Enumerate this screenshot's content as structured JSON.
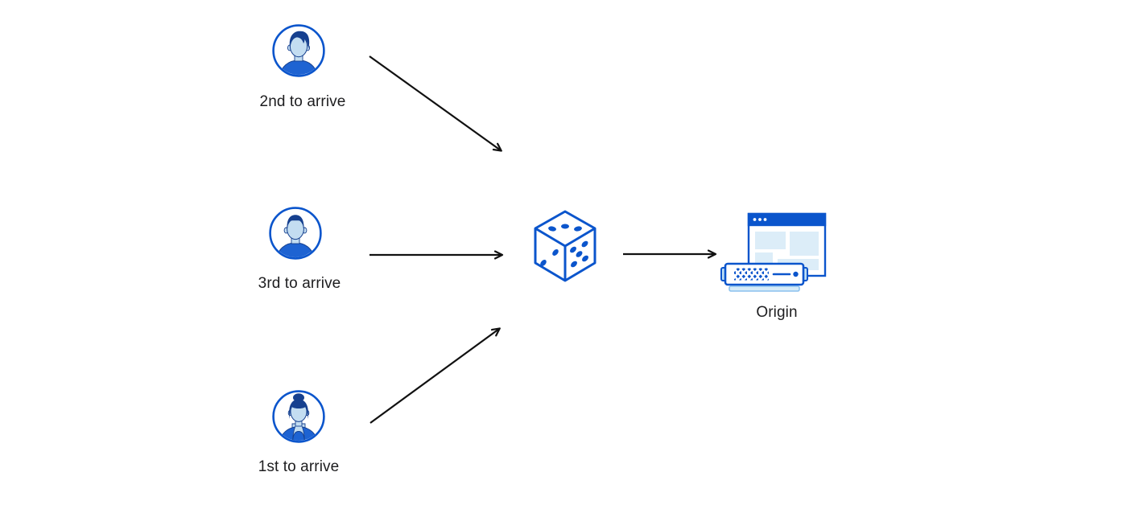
{
  "diagram": {
    "description": "Three visitors arriving in different order are routed through a randomizer (dice) to an origin server",
    "nodes": {
      "user_second": {
        "label": "2nd to arrive",
        "icon": "avatar-man-swept-hair-icon"
      },
      "user_third": {
        "label": "3rd to arrive",
        "icon": "avatar-man-short-hair-icon"
      },
      "user_first": {
        "label": "1st to arrive",
        "icon": "avatar-woman-bun-icon"
      },
      "randomizer": {
        "label": "",
        "icon": "dice-icon"
      },
      "origin": {
        "label": "Origin",
        "icon": "origin-server-icon"
      }
    },
    "edges": [
      {
        "from": "user_second",
        "to": "randomizer"
      },
      {
        "from": "user_third",
        "to": "randomizer"
      },
      {
        "from": "user_first",
        "to": "randomizer"
      },
      {
        "from": "randomizer",
        "to": "origin"
      }
    ],
    "colors": {
      "primary_blue": "#0b55cc",
      "dark_navy": "#16408f",
      "skin_light_blue": "#c3ddf1",
      "shirt_blue": "#1e63d2",
      "panel_light_blue": "#dcedf8",
      "tab_light_blue": "#bee0f5",
      "arrow_black": "#111111",
      "text": "#1d1d1f",
      "background": "#ffffff"
    }
  }
}
